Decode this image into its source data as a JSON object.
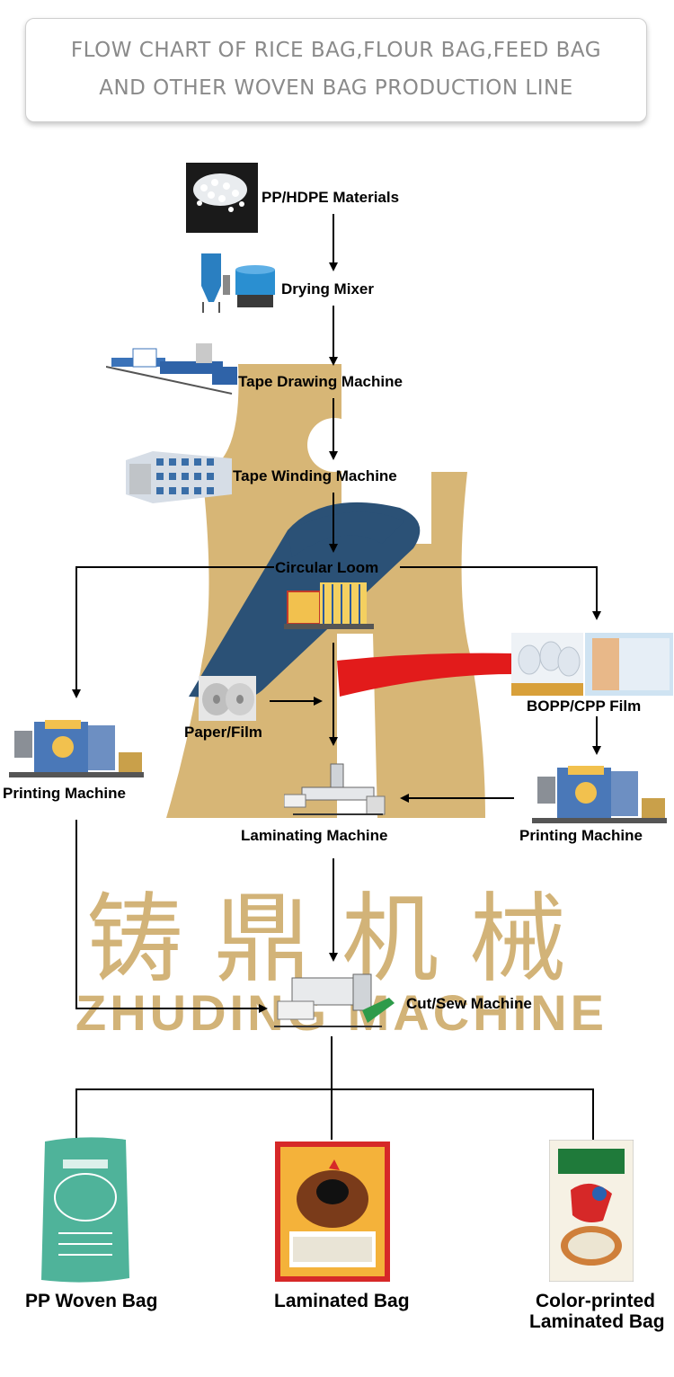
{
  "header": {
    "line1": "FLOW CHART OF RICE BAG,FLOUR BAG,FEED BAG",
    "line2": "AND OTHER WOVEN BAG PRODUCTION LINE"
  },
  "steps": {
    "materials": "PP/HDPE Materials",
    "drying": "Drying Mixer",
    "tape_drawing": "Tape Drawing Machine",
    "tape_winding": "Tape Winding Machine",
    "circular_loom": "Circular Loom",
    "printing_left": "Printing Machine",
    "paper_film": "Paper/Film",
    "bopp_film": "BOPP/CPP Film",
    "printing_right": "Printing Machine",
    "laminating": "Laminating Machine",
    "cut_sew": "Cut/Sew Machine"
  },
  "products": {
    "pp_woven": "PP Woven Bag",
    "laminated": "Laminated Bag",
    "color_printed_line1": "Color-printed",
    "color_printed_line2": "Laminated Bag"
  },
  "watermark": {
    "chinese": "铸鼎机械",
    "english": "ZHUDING MACHINE"
  },
  "colors": {
    "logo_gold": "#d7b676",
    "logo_blue": "#2b5176",
    "logo_red": "#e21b1b",
    "header_text": "#8a8a8a",
    "bag_green": "#4fb39a"
  }
}
